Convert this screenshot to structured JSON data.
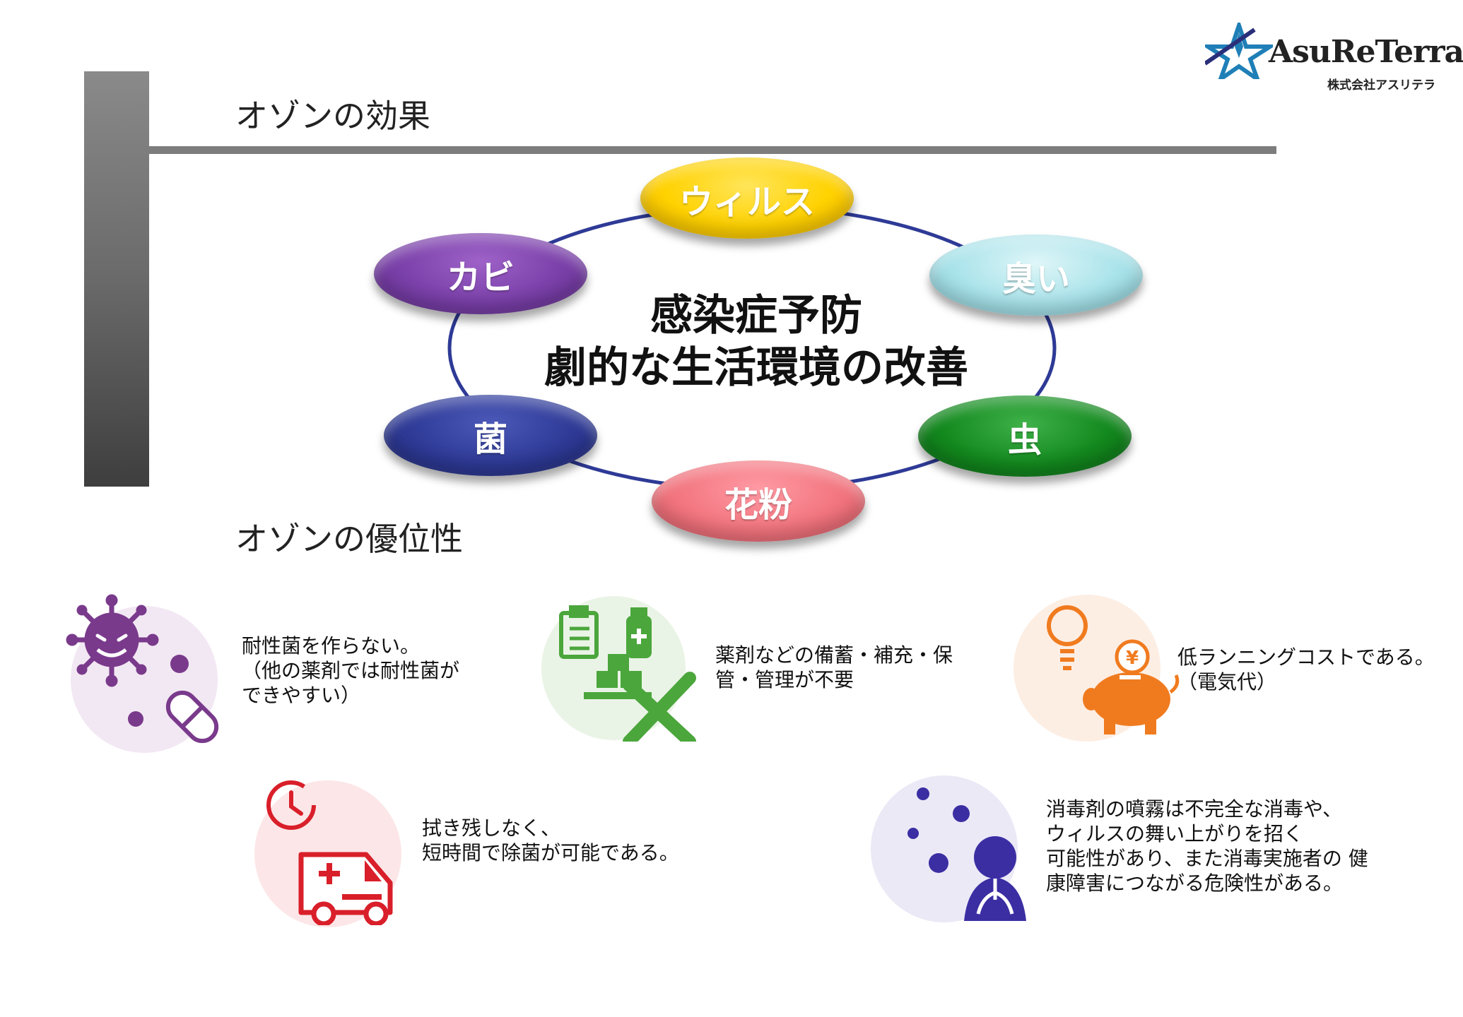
{
  "logo": {
    "name": "AsuReTerra",
    "subtitle": "株式会社アスリテラ"
  },
  "section1": {
    "title": "オゾンの効果"
  },
  "diagram": {
    "center": [
      "感染症予防",
      "劇的な生活環境の改善"
    ],
    "items": {
      "virus": "ウィルス",
      "odor": "臭い",
      "insect": "虫",
      "pollen": "花粉",
      "germ": "菌",
      "mold": "カビ"
    },
    "colors": {
      "virus": "#ffd200",
      "odor": "#a9e3ea",
      "insect": "#13891e",
      "pollen": "#f2757f",
      "germ": "#2e3a96",
      "mold": "#7a40a9",
      "ring": "#2e3a96"
    }
  },
  "section2": {
    "title": "オゾンの優位性"
  },
  "features": {
    "resistance": {
      "icon": "virus-pill-icon",
      "lines": [
        "耐性菌を作らない。",
        "（他の薬剤では耐性菌が",
        "できやすい）"
      ]
    },
    "storage": {
      "icon": "medicine-storage-cross-icon",
      "lines": [
        "薬剤などの備蓄・補充・保",
        "管・管理が不要"
      ]
    },
    "cost": {
      "icon": "bulb-piggybank-icon",
      "lines": [
        "低ランニングコストである。",
        "（電気代）"
      ]
    },
    "speed": {
      "icon": "clock-ambulance-icon",
      "lines": [
        "拭き残しなく、",
        "短時間で除菌が可能である。"
      ]
    },
    "safety": {
      "icon": "person-lungs-virus-icon",
      "lines": [
        "消毒剤の噴霧は不完全な消毒や、",
        "ウィルスの舞い上がりを招く",
        "可能性があり、また消毒実施者の 健",
        "康障害につながる危険性がある。"
      ]
    }
  }
}
